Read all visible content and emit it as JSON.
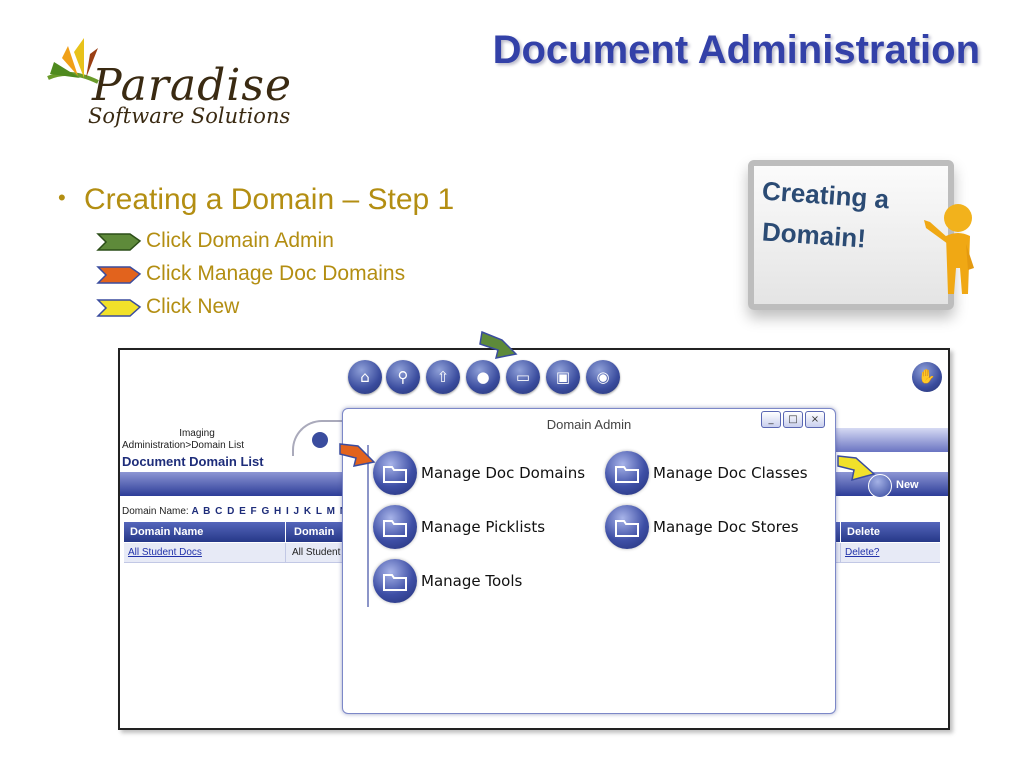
{
  "logo": {
    "name": "Paradise",
    "tagline": "Software Solutions"
  },
  "title": "Document Administration",
  "bullets": {
    "main": "Creating a Domain – Step 1",
    "steps": [
      {
        "label": "Click Domain Admin",
        "color": "#5e8a3a"
      },
      {
        "label": "Click Manage Doc Domains",
        "color": "#e2631d"
      },
      {
        "label": "Click New",
        "color": "#f1e12a"
      }
    ]
  },
  "board": {
    "line1": "Creating a",
    "line2": "Domain!"
  },
  "app": {
    "breadcrumb": {
      "line1": "Imaging",
      "line2": "Administration>Domain List"
    },
    "list_title": "Document Domain List",
    "new_label": "New",
    "filter_label": "Domain Name:",
    "letters": "A B C D E F G H I J K L M N",
    "columns": [
      "Domain Name",
      "Domain",
      "Delete"
    ],
    "rows": [
      {
        "name": "All Student Docs",
        "domain": "All Student",
        "delete": "Delete?"
      }
    ],
    "toolbar_icons": [
      "home-icon",
      "search-icon",
      "upload-icon",
      "user-icon",
      "folder-icon",
      "monitor-icon",
      "users-icon"
    ]
  },
  "dialog": {
    "title": "Domain Admin",
    "controls": {
      "minimize": "_",
      "maximize": "□",
      "close": "×"
    },
    "items": [
      "Manage Doc Domains",
      "Manage Doc Classes",
      "Manage Picklists",
      "Manage Doc Stores",
      "Manage Tools"
    ]
  },
  "colors": {
    "title": "#3341a8",
    "bullet_text": "#b38e12",
    "accent_blue": "#3a4c9e"
  }
}
